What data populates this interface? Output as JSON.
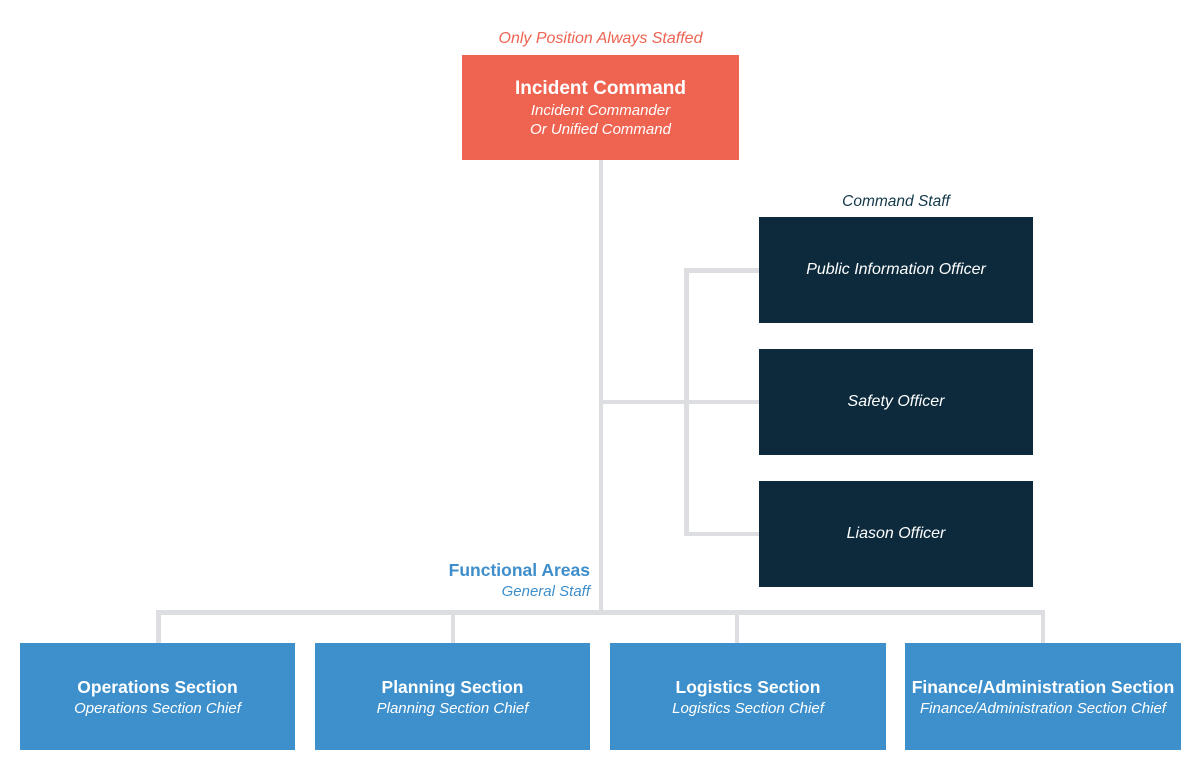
{
  "diagram": {
    "annotations": {
      "top_label": "Only Position Always Staffed",
      "command_staff_label": "Command Staff",
      "functional_areas_label": "Functional Areas",
      "general_staff_label": "General Staff"
    },
    "incident_command": {
      "title": "Incident Command",
      "subtitle_line1": "Incident Commander",
      "subtitle_line2": "Or Unified Command"
    },
    "command_staff": [
      {
        "title": "Public Information Officer"
      },
      {
        "title": "Safety Officer"
      },
      {
        "title": "Liason Officer"
      }
    ],
    "sections": [
      {
        "title": "Operations Section",
        "subtitle": "Operations Section Chief"
      },
      {
        "title": "Planning Section",
        "subtitle": "Planning Section Chief"
      },
      {
        "title": "Logistics Section",
        "subtitle": "Logistics Section Chief"
      },
      {
        "title": "Finance/Administration Section",
        "subtitle": "Finance/Administration Section Chief"
      }
    ],
    "colors": {
      "coral": "#EF6351",
      "coral_text": "#EE6352",
      "navy": "#0C2A3C",
      "navy_text": "#14394A",
      "blue": "#3D90CB",
      "blue_text": "#3E8ECB",
      "line": "#DCDEE1"
    }
  }
}
